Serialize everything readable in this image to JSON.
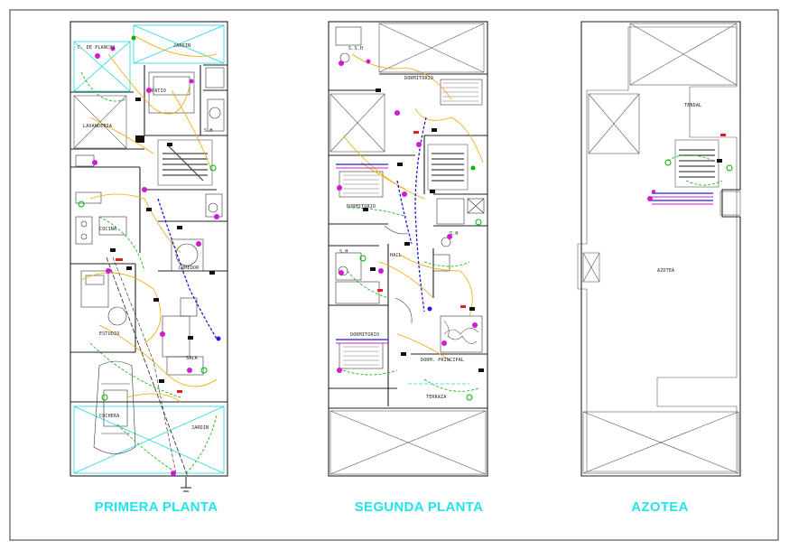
{
  "plans": [
    {
      "title": "PRIMERA PLANTA",
      "rooms": [
        "C. DE PLANCHA",
        "JARDIN",
        "PATIO",
        "LAVANDERIA",
        "S.H",
        "COCINA",
        "COMEDOR",
        "ESTUDIO",
        "SALA",
        "COCHERA",
        "JARDIN"
      ]
    },
    {
      "title": "SEGUNDA PLANTA",
      "rooms": [
        "S.S.H",
        "DORMITORIO",
        "DORMITORIO",
        "S.H",
        "HALL",
        "S.H",
        "DORMITORIO",
        "DORM. PRINCIPAL",
        "TERRAZA"
      ]
    },
    {
      "title": "AZOTEA",
      "rooms": [
        "TENDAL",
        "AZOTEA"
      ]
    }
  ],
  "colors": {
    "title": "#22e3ec",
    "wiring_orange": "#f0a800",
    "wiring_green": "#00b400",
    "wiring_cyan": "#22d6e0",
    "wiring_blue": "#1d1dd6",
    "fixtures_magenta": "#d21ad2",
    "outlets_red": "#e21b1b"
  }
}
